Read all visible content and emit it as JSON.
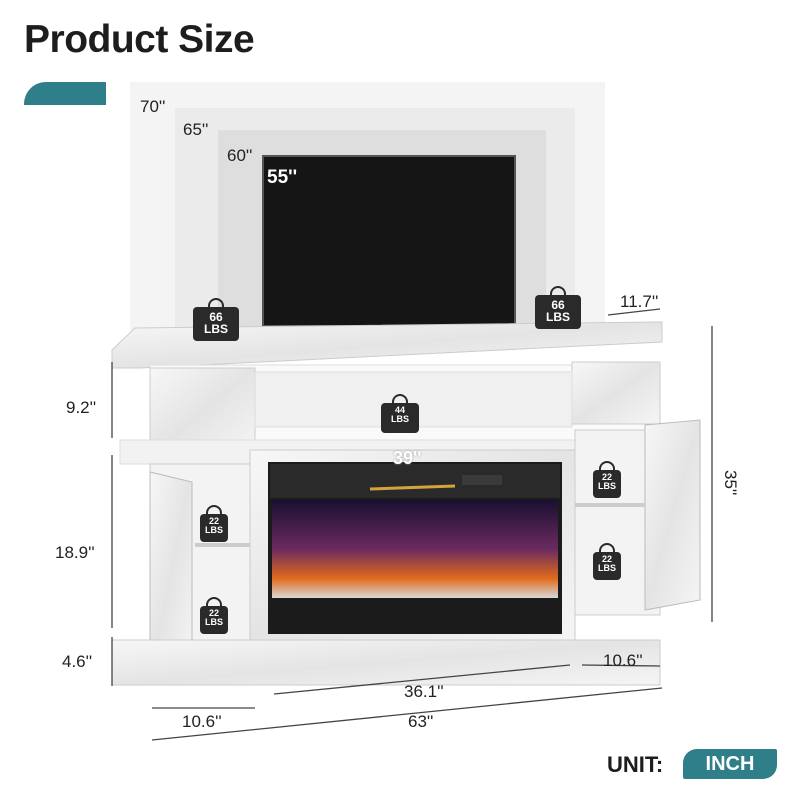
{
  "title": "Product Size",
  "accent_color": "#2f7f8a",
  "tv_sizes": [
    "70''",
    "65''",
    "60''",
    "55''"
  ],
  "weights": {
    "top_left": {
      "value": "66",
      "unit": "LBS"
    },
    "top_right": {
      "value": "66",
      "unit": "LBS"
    },
    "middle_shelf": {
      "value": "44",
      "unit": "LBS"
    },
    "left_upper_shelf": {
      "value": "22",
      "unit": "LBS"
    },
    "left_lower_shelf": {
      "value": "22",
      "unit": "LBS"
    },
    "right_upper_shelf": {
      "value": "22",
      "unit": "LBS"
    },
    "right_lower_shelf": {
      "value": "22",
      "unit": "LBS"
    }
  },
  "dimensions": {
    "depth": "11.7''",
    "height_total": "35''",
    "top_section_height": "9.2''",
    "middle_section_height": "18.9''",
    "base_height": "4.6''",
    "fireplace_width": "36.1''",
    "side_cabinet_right_width": "10.6''",
    "side_cabinet_left_width": "10.6''",
    "total_width": "63''",
    "fireplace_label": "39''"
  },
  "unit": {
    "label": "UNIT:",
    "value": "INCH"
  }
}
